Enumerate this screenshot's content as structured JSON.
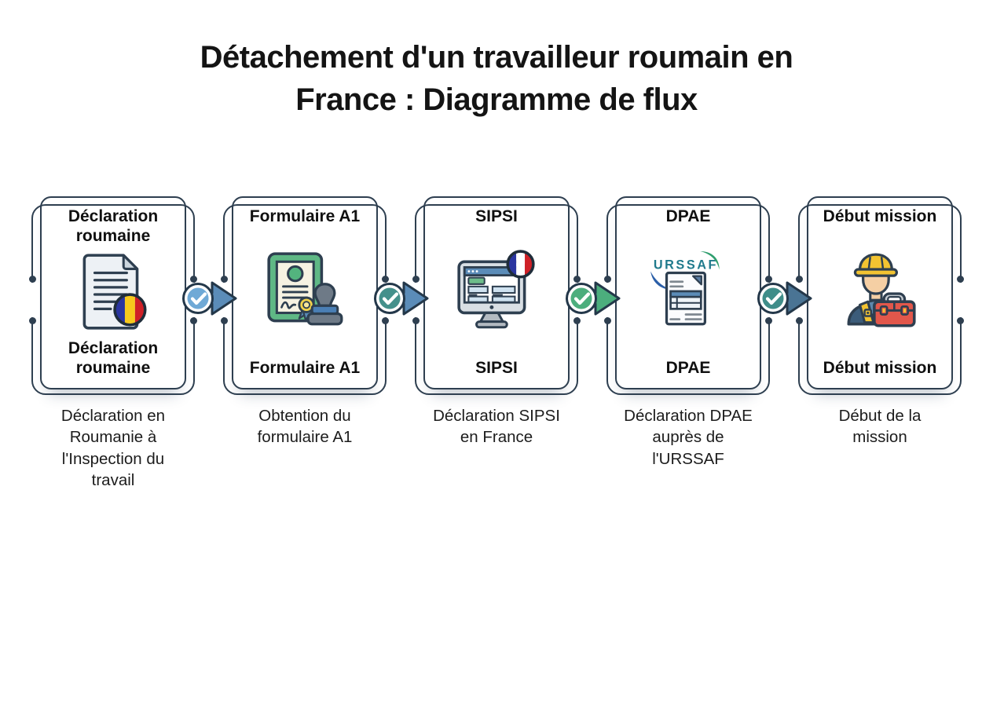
{
  "page": {
    "title": "Détachement d'un travailleur roumain en France : Diagramme de flux"
  },
  "steps": [
    {
      "card_title": "Déclaration roumaine",
      "caption": "Déclaration en Roumanie à l'Inspection du travail",
      "icon": "romanian-document-icon",
      "flag": "romania"
    },
    {
      "card_title": "Formulaire A1",
      "caption": "Obtention du formulaire A1",
      "icon": "a1-certificate-stamp-icon"
    },
    {
      "card_title": "SIPSI",
      "caption": "Déclaration SIPSI en France",
      "icon": "sipsi-monitor-icon",
      "flag": "france"
    },
    {
      "card_title": "DPAE",
      "caption": "Déclaration DPAE auprès de l'URSSAF",
      "icon": "urssaf-dpae-form-icon",
      "logo_text": "URSSAF"
    },
    {
      "card_title": "Début mission",
      "caption": "Début de la mission",
      "icon": "construction-worker-toolbox-icon"
    }
  ],
  "connectors": [
    {
      "icon": "check-circle-icon",
      "arrow_color": "#5b8cb8",
      "badge_fill": "#6fa9d6",
      "check_color": "#ffffff"
    },
    {
      "icon": "check-circle-icon",
      "arrow_color": "#5b8cb8",
      "badge_fill": "#44908b",
      "check_color": "#ffffff"
    },
    {
      "icon": "check-circle-icon",
      "arrow_color": "#4cae7d",
      "badge_fill": "#4cae7d",
      "check_color": "#ffffff"
    },
    {
      "icon": "check-circle-icon",
      "arrow_color": "#4a7494",
      "badge_fill": "#3f8d89",
      "check_color": "#ffffff"
    }
  ],
  "colors": {
    "card_border": "#2e3f50",
    "arrow_outline": "#24384a",
    "title_text": "#141414",
    "caption_text": "#1c1c1c",
    "background": "#ffffff"
  }
}
